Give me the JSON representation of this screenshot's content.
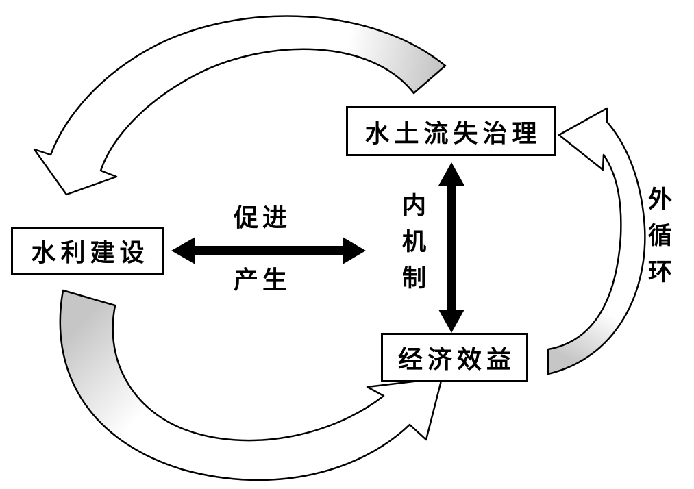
{
  "diagram": {
    "boxes": {
      "soil_erosion_control": "水土流失治理",
      "water_conservancy": "水利建设",
      "economic_benefit": "经济效益"
    },
    "arrow_labels": {
      "promote": "促进",
      "produce": "产生"
    },
    "vertical_labels": {
      "inner_mechanism": [
        "内",
        "机",
        "制"
      ],
      "outer_cycle": [
        "外",
        "循",
        "环"
      ]
    },
    "colors": {
      "arrow_tail_gray": "#c6c6c6",
      "arrow_fill_white": "#ffffff",
      "outline_black": "#000000",
      "background": "#ffffff"
    }
  }
}
